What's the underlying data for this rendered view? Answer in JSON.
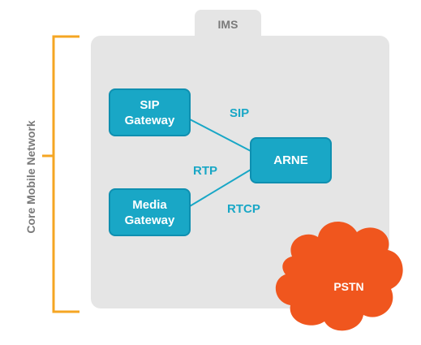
{
  "diagram": {
    "container": {
      "label": "IMS"
    },
    "side_label": "Core Mobile Network",
    "nodes": {
      "sip_gateway": {
        "label": "SIP\nGateway"
      },
      "media_gateway": {
        "label": "Media\nGateway"
      },
      "arne": {
        "label": "ARNE"
      },
      "pstn": {
        "label": "PSTN"
      }
    },
    "edge_labels": {
      "sip": "SIP",
      "rtp": "RTP",
      "rtcp": "RTCP"
    },
    "colors": {
      "node_fill": "#19a7c6",
      "panel": "#e5e5e5",
      "bracket": "#f5a623",
      "cloud": "#f0561e",
      "muted_text": "#7a7a7a"
    }
  }
}
